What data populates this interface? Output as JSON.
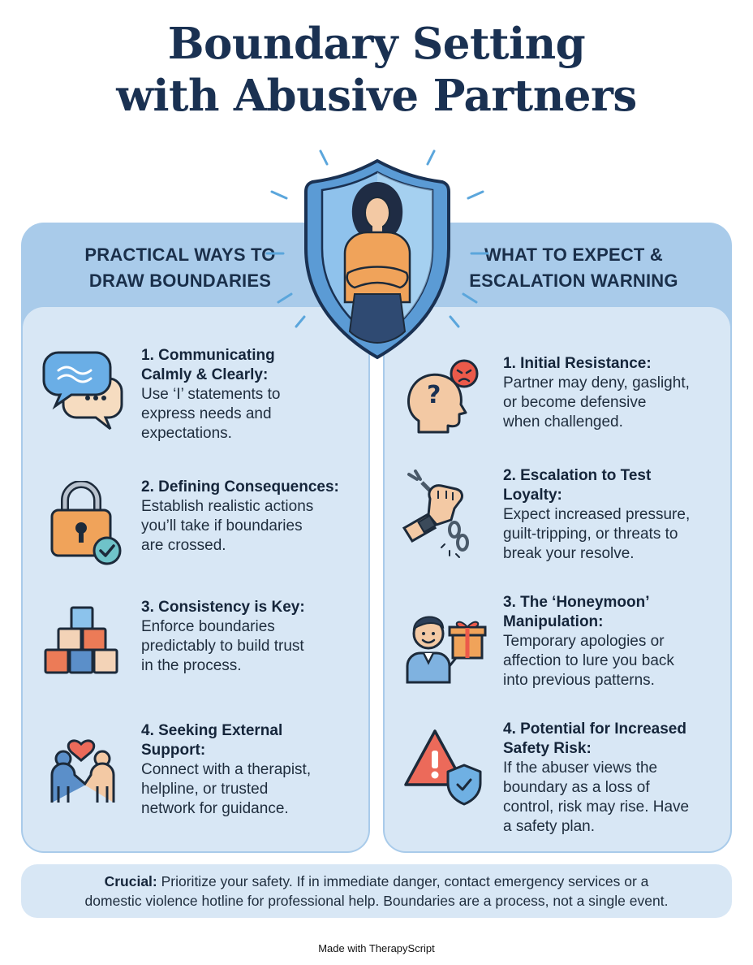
{
  "title": {
    "line1": "Boundary Setting",
    "line2": "with Abusive Partners"
  },
  "left_panel": {
    "heading_line1": "PRACTICAL WAYS TO",
    "heading_line2": "DRAW BOUNDARIES",
    "items": [
      {
        "icon": "chat-bubbles-icon",
        "title_lines": [
          "1. Communicating",
          "Calmly & Clearly:"
        ],
        "desc_lines": [
          "Use ‘I’ statements to",
          "express needs and",
          "expectations."
        ]
      },
      {
        "icon": "padlock-check-icon",
        "title_lines": [
          "2. Defining Consequences:"
        ],
        "desc_lines": [
          "Establish realistic actions",
          "you’ll take if boundaries",
          "are crossed."
        ]
      },
      {
        "icon": "stacked-blocks-icon",
        "title_lines": [
          "3. Consistency is Key:"
        ],
        "desc_lines": [
          "Enforce boundaries",
          "predictably to build trust",
          "in the process."
        ]
      },
      {
        "icon": "support-people-heart-icon",
        "title_lines": [
          "4. Seeking External",
          "Support:"
        ],
        "desc_lines": [
          "Connect with a therapist,",
          "helpline, or trusted",
          "network for guidance."
        ]
      }
    ]
  },
  "right_panel": {
    "heading_line1": "WHAT TO EXPECT &",
    "heading_line2": "ESCALATION WARNING",
    "items": [
      {
        "icon": "head-question-angry-icon",
        "title_lines": [
          "1. Initial Resistance:"
        ],
        "desc_lines": [
          "Partner may deny, gaslight,",
          "or become defensive",
          "when challenged."
        ]
      },
      {
        "icon": "breaking-chain-fist-icon",
        "title_lines": [
          "2. Escalation to Test",
          "Loyalty:"
        ],
        "desc_lines": [
          "Expect increased pressure,",
          "guilt-tripping, or threats to",
          "break your resolve."
        ]
      },
      {
        "icon": "man-with-gift-icon",
        "title_lines": [
          "3. The ‘Honeymoon’",
          "Manipulation:"
        ],
        "desc_lines": [
          "Temporary apologies or",
          "affection to lure you back",
          "into previous patterns."
        ]
      },
      {
        "icon": "warning-shield-icon",
        "title_lines": [
          "4. Potential for Increased",
          "Safety Risk:"
        ],
        "desc_lines": [
          "If the abuser views the",
          "boundary as a loss of",
          "control, risk may rise. Have",
          "a safety plan."
        ]
      }
    ]
  },
  "shield_icon": "woman-in-shield-icon",
  "crucial": {
    "label": "Crucial:",
    "line1_rest": " Prioritize your safety. If in immediate danger, contact emergency services or a",
    "line2": "domestic violence hotline for professional help. Boundaries are a process, not a single event."
  },
  "footer": "Made with TherapyScript",
  "colors": {
    "title": "#1a3152",
    "panel_outer": "#a9cbea",
    "panel_inner": "#d8e7f5",
    "shield_blue": "#5b9bd5",
    "accent_orange": "#f0a35a"
  }
}
